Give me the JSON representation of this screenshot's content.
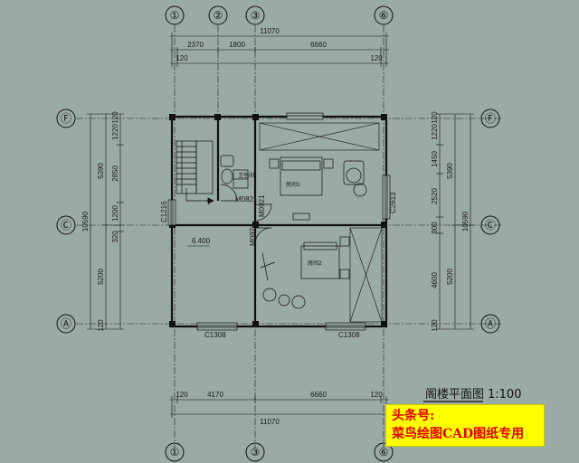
{
  "axes": {
    "top": [
      "①",
      "②",
      "③",
      "⑥"
    ],
    "bottom": [
      "①",
      "③",
      "⑥"
    ],
    "left": [
      "Ⓕ",
      "Ⓒ",
      "Ⓐ"
    ],
    "right": [
      "Ⓕ",
      "Ⓒ",
      "Ⓐ"
    ]
  },
  "dimensions": {
    "top_total": "11070",
    "top_segments": [
      "2370",
      "1800",
      "6660"
    ],
    "top_ends": [
      "120",
      "120"
    ],
    "bottom_segments": [
      "120",
      "4170",
      "6660",
      "120"
    ],
    "bottom_total": "11070",
    "left_total": "10590",
    "left_overall": "5390",
    "left_upper": [
      "1220",
      "2850",
      "1200"
    ],
    "left_lower": [
      "320",
      "5200"
    ],
    "left_ends": [
      "120",
      "120"
    ],
    "right_total": "10590",
    "right_overall": "5390",
    "right_upper": [
      "1220",
      "1450",
      "2520"
    ],
    "right_lower": [
      "800",
      "4600",
      "5200"
    ],
    "right_ends": [
      "120",
      "120"
    ]
  },
  "labels": {
    "bathroom": "卫生间",
    "room1": "房间1",
    "room2": "房间2",
    "elevation": "6.400",
    "door_m0821": "M0821",
    "door_m0921": "M0921",
    "window_c1216": "C1216",
    "window_c2613": "C2613",
    "window_c1308_left": "C1308",
    "window_c1308_right": "C1308",
    "stair_mark": "下"
  },
  "title": {
    "text": "阁楼平面图",
    "scale": "1:100"
  },
  "banner": {
    "line1": "头条号:",
    "line2": "菜鸟绘图CAD图纸专用"
  },
  "colors": {
    "background": "#9aaaa6",
    "lines": "#111111",
    "banner_bg": "#ffff00",
    "banner_text": "#e00000"
  }
}
